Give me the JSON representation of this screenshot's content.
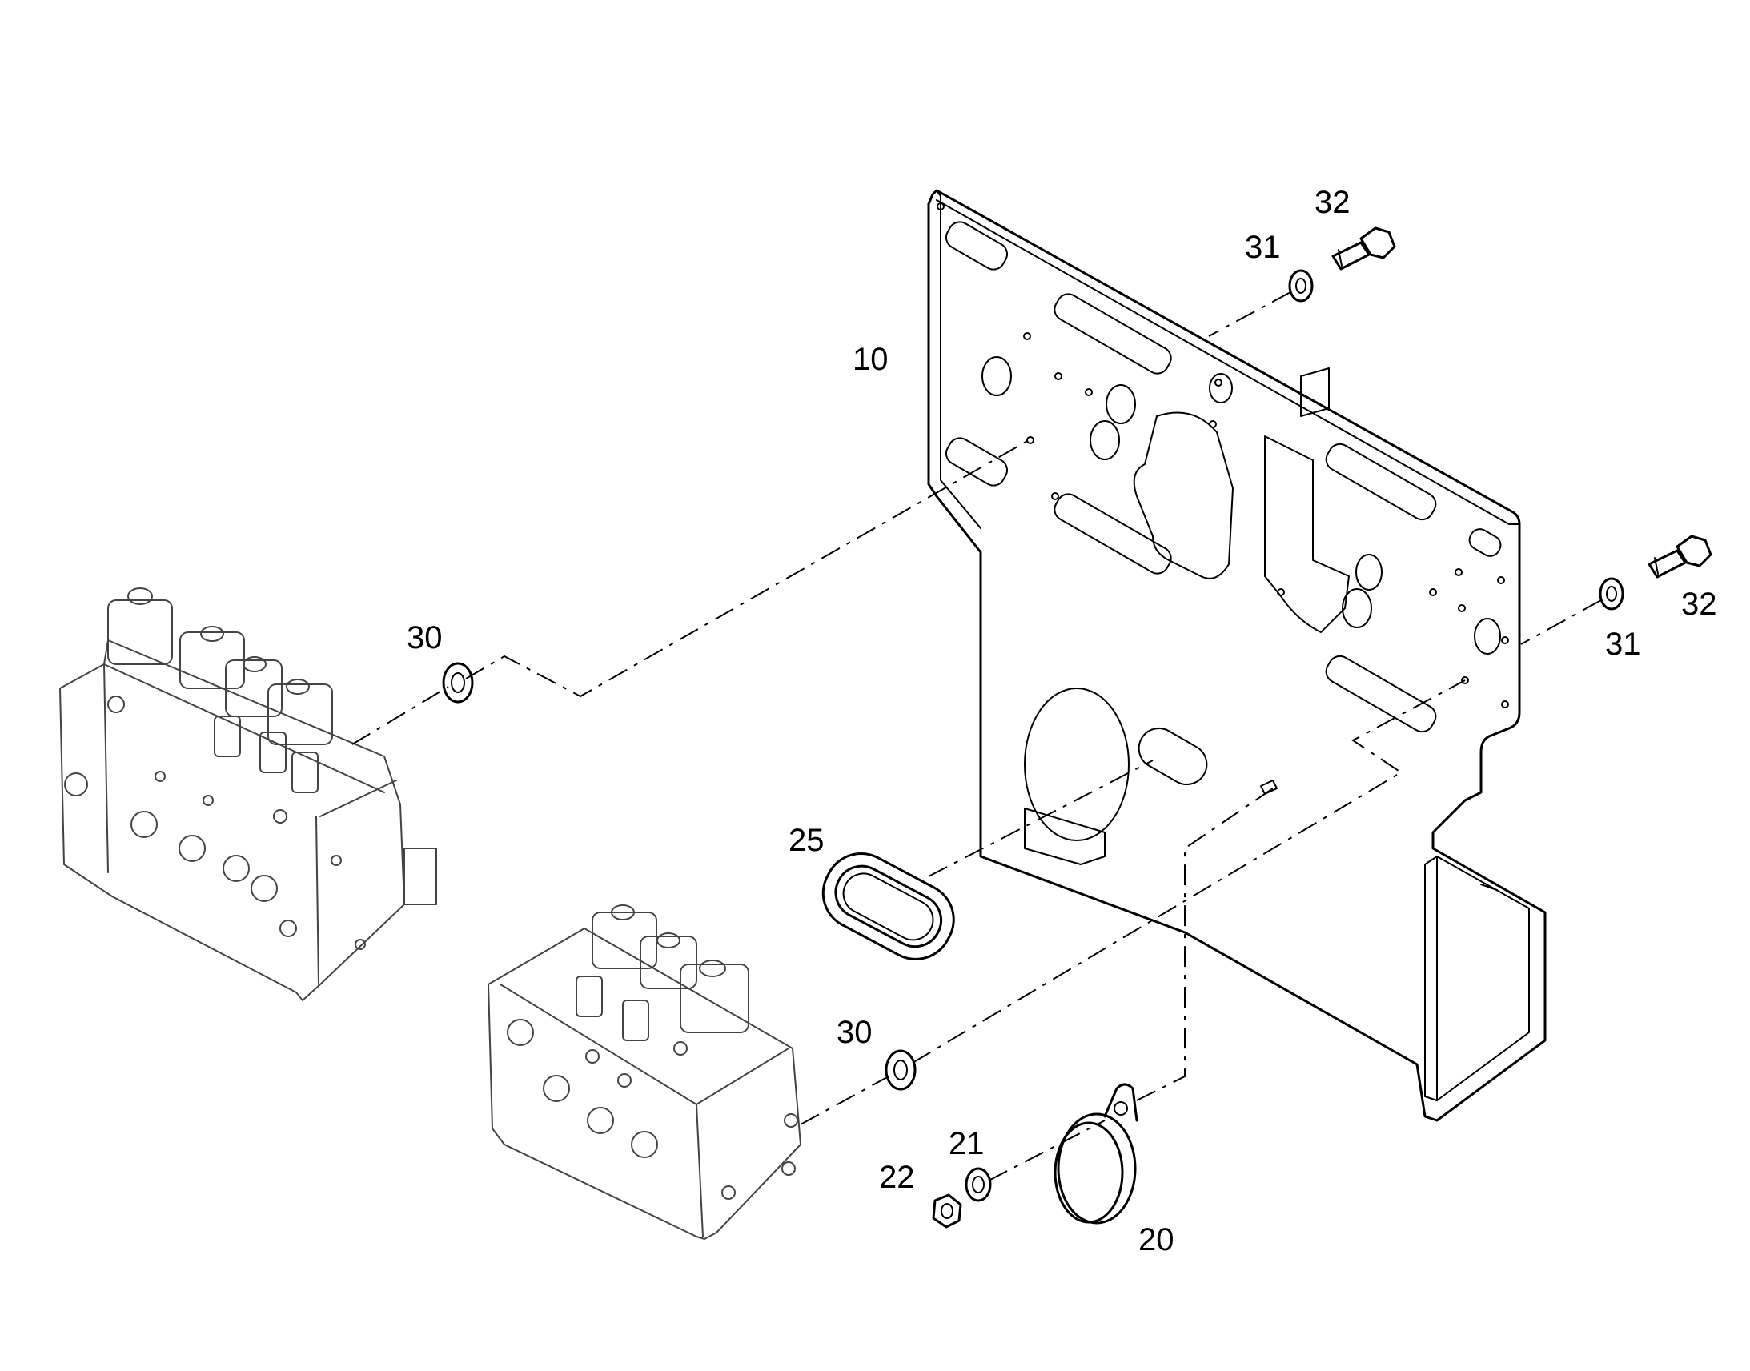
{
  "callouts": {
    "c10": "10",
    "c20": "20",
    "c21": "21",
    "c22": "22",
    "c25": "25",
    "c30_upper": "30",
    "c30_lower": "30",
    "c31_top": "31",
    "c31_right": "31",
    "c32_top": "32",
    "c32_right": "32"
  }
}
